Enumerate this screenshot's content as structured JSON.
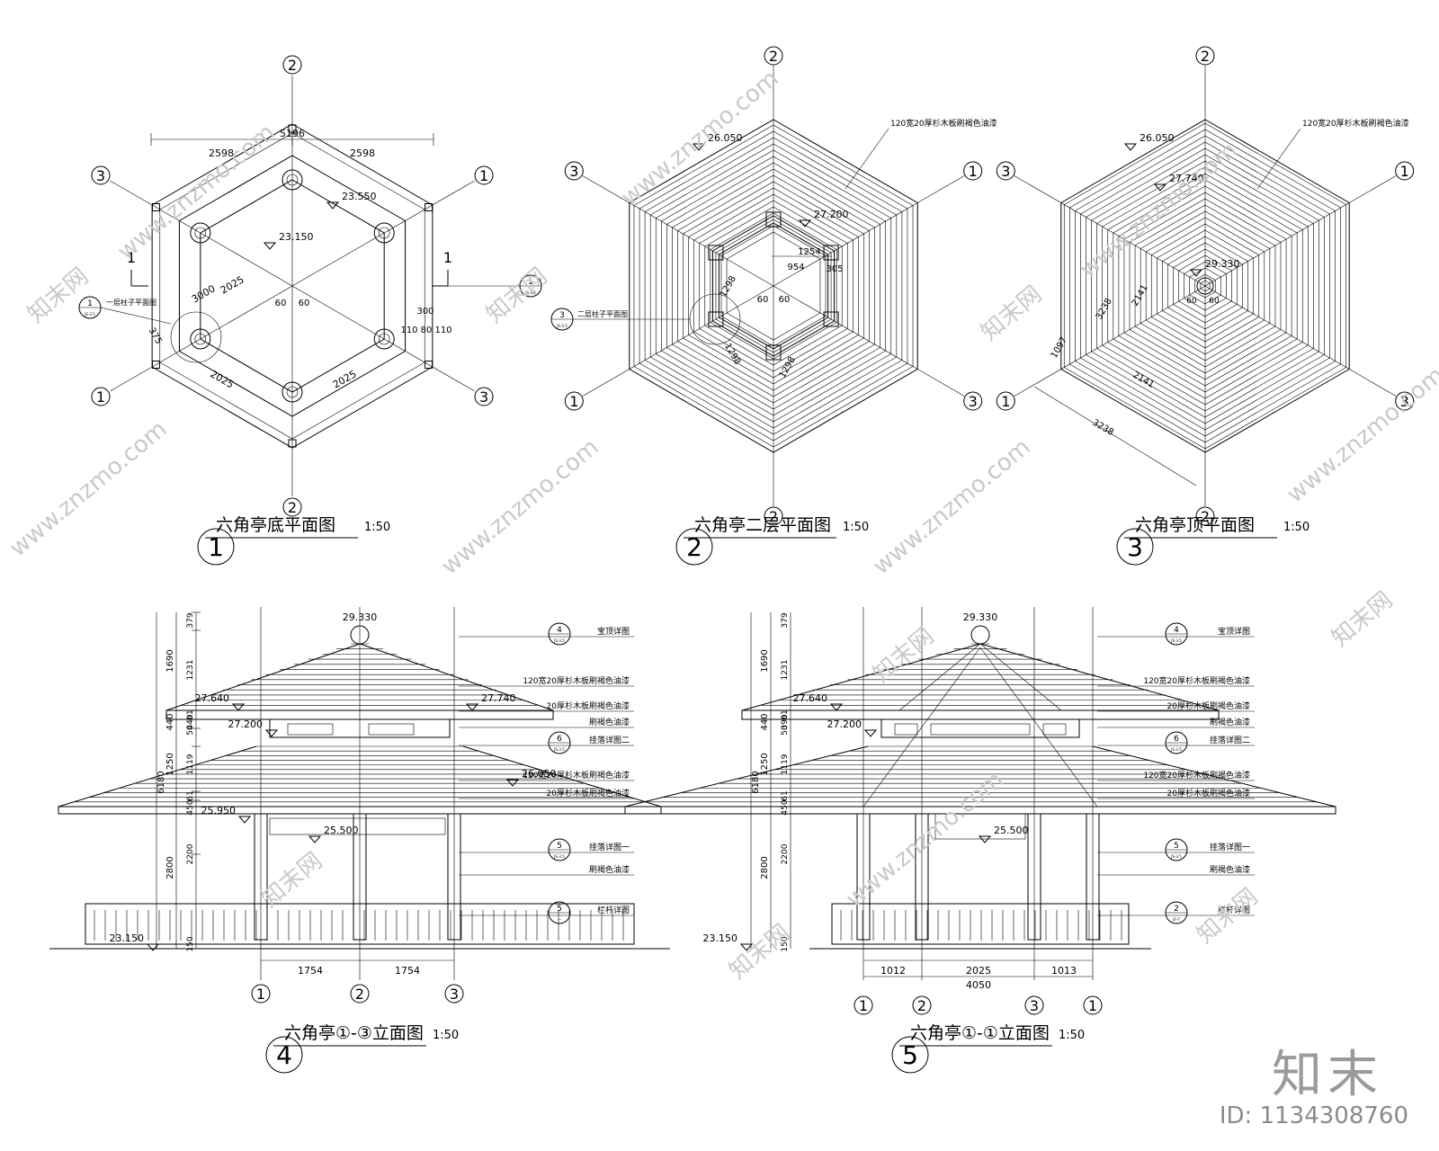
{
  "drawings": [
    {
      "key": "d1",
      "title": "六角亭底平面图",
      "scale": "1:50",
      "index": "1",
      "axis_labels": [
        "1",
        "2",
        "3"
      ],
      "dimensions": [
        "2598",
        "2598",
        "5196",
        "3000",
        "2025",
        "2025",
        "2025",
        "375",
        "300",
        "110",
        "80",
        "110",
        "60",
        "60"
      ],
      "levels": [
        "23.550",
        "23.150"
      ],
      "section_mark": "1",
      "callouts": [
        {
          "num": "1",
          "ref": "JS-3.5",
          "text": "一层柱子平面图"
        },
        {
          "num": "1",
          "ref": "JS-3.2",
          "text": ""
        }
      ]
    },
    {
      "key": "d2",
      "title": "六角亭二层平面图",
      "scale": "1:50",
      "index": "2",
      "axis_labels": [
        "1",
        "2",
        "3"
      ],
      "dimensions": [
        "1254",
        "954",
        "1298",
        "1298",
        "1298",
        "305",
        "60",
        "60"
      ],
      "levels": [
        "26.050",
        "27.200"
      ],
      "note": "120宽20厚杉木板刷褐色油漆",
      "callouts": [
        {
          "num": "3",
          "ref": "JS-3.5",
          "text": "二层柱子平面图"
        }
      ]
    },
    {
      "key": "d3",
      "title": "六角亭顶平面图",
      "scale": "1:50",
      "index": "3",
      "axis_labels": [
        "1",
        "2",
        "3"
      ],
      "dimensions": [
        "3238",
        "2141",
        "1097",
        "2141",
        "3238",
        "60",
        "60"
      ],
      "levels": [
        "26.050",
        "27.740",
        "29.330"
      ],
      "note": "120宽20厚杉木板刷褐色油漆"
    },
    {
      "key": "d4",
      "title": "六角亭①-③立面图",
      "scale": "1:50",
      "index": "4",
      "axis_labels": [
        "1",
        "2",
        "3"
      ],
      "vertical_dims_outer": [
        "6180"
      ],
      "vertical_dims_mid": [
        "1690",
        "440",
        "1250",
        "2800"
      ],
      "vertical_dims_inner": [
        "379",
        "1231",
        "61",
        "440",
        "50",
        "1119",
        "61",
        "450",
        "2200",
        "150"
      ],
      "bottom_dims": [
        "1754",
        "1754"
      ],
      "levels": [
        "29.330",
        "27.740",
        "27.640",
        "27.200",
        "26.050",
        "25.950",
        "25.500",
        "23.150"
      ],
      "notes": [
        {
          "text": "宝顶详图",
          "num": "4",
          "ref": "JS-3.5"
        },
        {
          "text": "120宽20厚杉木板刷褐色油漆"
        },
        {
          "text": "20厚杉木板刷褐色油漆"
        },
        {
          "text": "刷褐色油漆"
        },
        {
          "text": "挂落详图二",
          "num": "6",
          "ref": "JS-3.5"
        },
        {
          "text": "120宽20厚杉木板刷褐色油漆"
        },
        {
          "text": "20厚杉木板刷褐色油漆"
        },
        {
          "text": "挂落详图一",
          "num": "5",
          "ref": "JS-3.5"
        },
        {
          "text": "刷褐色油漆"
        },
        {
          "text": "栏杆详图",
          "num": "5",
          "ref": "—"
        }
      ]
    },
    {
      "key": "d5",
      "title": "六角亭①-①立面图",
      "scale": "1:50",
      "index": "5",
      "axis_labels": [
        "1",
        "2",
        "3",
        "1"
      ],
      "vertical_dims_outer": [
        "6180"
      ],
      "vertical_dims_mid": [
        "1690",
        "440",
        "1250",
        "2800"
      ],
      "vertical_dims_inner": [
        "379",
        "1231",
        "61",
        "390",
        "50",
        "1119",
        "61",
        "450",
        "2200",
        "150"
      ],
      "bottom_dims": [
        "1012",
        "2025",
        "1013"
      ],
      "total_dim": "4050",
      "levels": [
        "29.330",
        "27.640",
        "27.200",
        "25.500",
        "23.150"
      ],
      "notes": [
        {
          "text": "宝顶详图",
          "num": "4",
          "ref": "JS-3.5"
        },
        {
          "text": "120宽20厚杉木板刷褐色油漆"
        },
        {
          "text": "20厚杉木板刷褐色油漆"
        },
        {
          "text": "刷褐色油漆"
        },
        {
          "text": "挂落详图二",
          "num": "6",
          "ref": "JS-3.5"
        },
        {
          "text": "120宽20厚杉木板刷褐色油漆"
        },
        {
          "text": "20厚杉木板刷褐色油漆"
        },
        {
          "text": "挂落详图一",
          "num": "5",
          "ref": "JS-3.5"
        },
        {
          "text": "刷褐色油漆"
        },
        {
          "text": "栏杆详图",
          "num": "2",
          "ref": "JS-7"
        }
      ]
    }
  ],
  "watermark": {
    "site": "www.znzmo.com",
    "brand_cn": "知末网",
    "brand_logo": "知末",
    "id_text": "ID: 1134308760"
  }
}
